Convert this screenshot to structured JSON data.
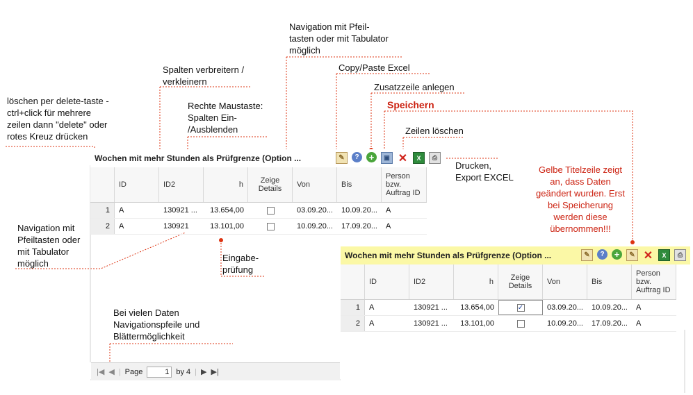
{
  "annotations": {
    "delete": "löschen per delete-taste -\nctrl+click für mehrere\nzeilen dann \"delete\" oder\nrotes Kreuz drücken",
    "widen": "Spalten verbreitern /\nverkleinern",
    "hide": "Rechte Maustaste:\nSpalten Ein-\n/Ausblenden",
    "nav_top": "Navigation mit Pfeil-\ntasten oder mit Tabulator\nmöglich",
    "copy": "Copy/Paste Excel",
    "add": "Zusatzzeile anlegen",
    "save": "Speichern",
    "remove": "Zeilen löschen",
    "print": "Drucken,\nExport EXCEL",
    "yellow": "Gelbe Titelzeile zeigt\nan, dass Daten\ngeändert wurden. Erst\nbei Speicherung\nwerden diese\nübernommen!!!",
    "nav_left": "Navigation mit\nPfeiltasten oder\nmit Tabulator\nmöglich",
    "validate": "Eingabe-\nprüfung",
    "paging": "Bei vielen Daten\nNavigationspfeile und\nBlättermöglichkeit"
  },
  "grid1": {
    "title": "Wochen mit mehr Stunden als Prüfgrenze (Option ...",
    "title_bg": "#ffffff",
    "columns": [
      "ID",
      "ID2",
      "h",
      "Zeige Details",
      "Von",
      "Bis",
      "Person bzw. Auftrag ID"
    ],
    "rows": [
      {
        "n": "1",
        "id": "A",
        "id2": "130921 ...",
        "h": "13.654,00",
        "checked": false,
        "von": "03.09.20...",
        "bis": "10.09.20...",
        "person": "A"
      },
      {
        "n": "2",
        "id": "A",
        "id2": "130921",
        "h": "13.101,00",
        "checked": false,
        "von": "10.09.20...",
        "bis": "17.09.20...",
        "person": "A"
      }
    ],
    "pager": {
      "page_label": "Page",
      "page_value": "1",
      "by_label": "by 4"
    }
  },
  "grid2": {
    "title": "Wochen mit mehr Stunden als Prüfgrenze (Option ...",
    "title_bg": "#fbf8a6",
    "columns": [
      "ID",
      "ID2",
      "h",
      "Zeige Details",
      "Von",
      "Bis",
      "Person bzw. Auftrag ID"
    ],
    "rows": [
      {
        "n": "1",
        "id": "A",
        "id2": "130921 ...",
        "h": "13.654,00",
        "checked": true,
        "von": "03.09.20...",
        "bis": "10.09.20...",
        "person": "A"
      },
      {
        "n": "2",
        "id": "A",
        "id2": "130921 ...",
        "h": "13.101,00",
        "checked": false,
        "von": "10.09.20...",
        "bis": "17.09.20...",
        "person": "A"
      }
    ]
  },
  "toolbar_icons": [
    "edit-icon",
    "help-icon",
    "add-row-icon",
    "save-icon",
    "delete-icon",
    "excel-export-icon",
    "print-icon"
  ],
  "colors": {
    "accent_red": "#cc2211",
    "dotted_line": "#dd3311",
    "changed_title": "#fbf8a6"
  }
}
